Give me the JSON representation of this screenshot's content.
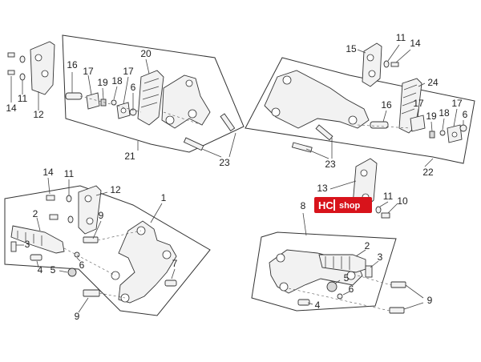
{
  "callouts": {
    "tl": {
      "n14": "14",
      "n11": "11",
      "n12": "12"
    },
    "tc": {
      "n16": "16",
      "n17a": "17",
      "n19": "19",
      "n18": "18",
      "n17b": "17",
      "n6": "6",
      "n20": "20",
      "n21": "21",
      "n23": "23"
    },
    "tr": {
      "n15": "15",
      "n11": "11",
      "n14": "14",
      "n24": "24",
      "n16": "16",
      "n17a": "17",
      "n19": "19",
      "n18": "18",
      "n17b": "17",
      "n6": "6",
      "n22": "22",
      "n23": "23"
    },
    "bl": {
      "n14": "14",
      "n11": "11",
      "n12": "12",
      "n1": "1",
      "n2": "2",
      "n9a": "9",
      "n3": "3",
      "n6": "6",
      "n4": "4",
      "n5": "5",
      "n7": "7",
      "n9b": "9"
    },
    "br": {
      "n13": "13",
      "n11": "11",
      "n10": "10",
      "n8": "8",
      "n2": "2",
      "n3": "3",
      "n5": "5",
      "n6": "6",
      "n4": "4",
      "n9": "9"
    }
  },
  "watermark": {
    "brand": "HC",
    "suffix": "shop"
  }
}
